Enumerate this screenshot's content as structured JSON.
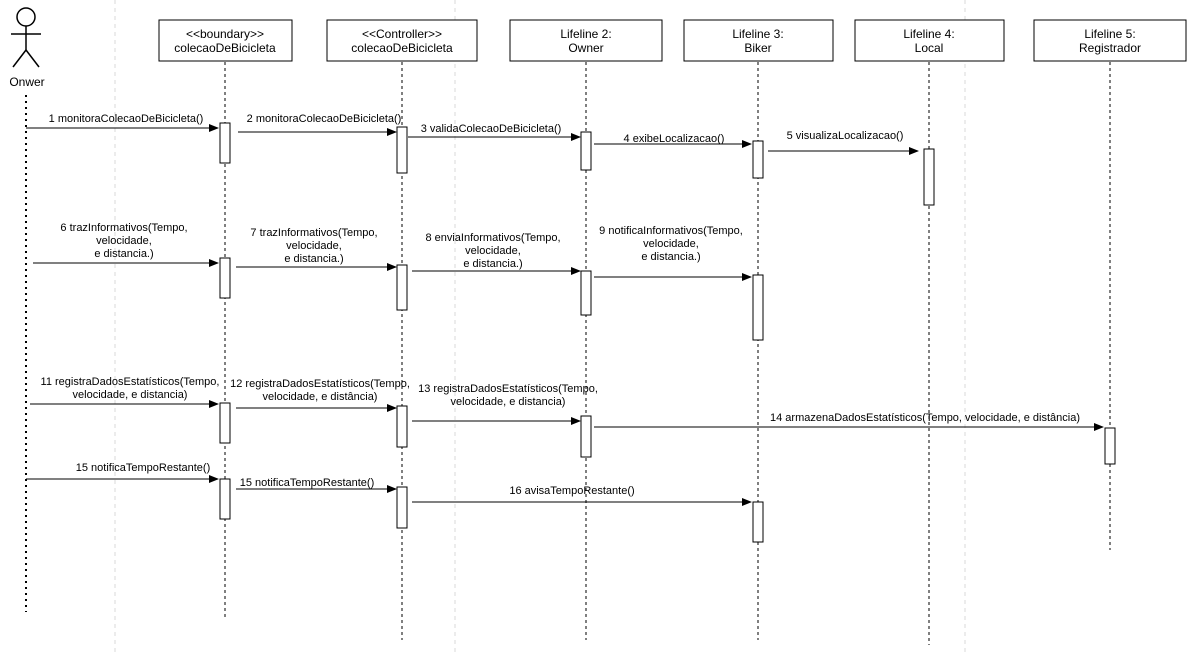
{
  "actor": {
    "name": "Onwer"
  },
  "lifelines": [
    {
      "id": "boundary",
      "lines": [
        "<<boundary>>",
        "colecaoDeBicicleta"
      ]
    },
    {
      "id": "controller",
      "lines": [
        "<<Controller>>",
        "colecaoDeBicicleta"
      ]
    },
    {
      "id": "owner",
      "lines": [
        "Lifeline 2:",
        "Owner"
      ]
    },
    {
      "id": "biker",
      "lines": [
        "Lifeline 3:",
        "Biker"
      ]
    },
    {
      "id": "local",
      "lines": [
        "Lifeline 4:",
        "Local"
      ]
    },
    {
      "id": "registrador",
      "lines": [
        "Lifeline 5:",
        "Registrador"
      ]
    }
  ],
  "messages": [
    {
      "from": "actor",
      "to": "boundary",
      "lines": [
        "1 monitoraColecaoDeBicicleta()"
      ]
    },
    {
      "from": "boundary",
      "to": "controller",
      "lines": [
        "2 monitoraColecaoDeBicicleta()"
      ]
    },
    {
      "from": "controller",
      "to": "owner",
      "lines": [
        "3 validaColecaoDeBicicleta()"
      ]
    },
    {
      "from": "owner",
      "to": "biker",
      "lines": [
        "4 exibeLocalizacao()"
      ]
    },
    {
      "from": "biker",
      "to": "local",
      "lines": [
        "5 visualizaLocalizacao()"
      ]
    },
    {
      "from": "actor",
      "to": "boundary",
      "lines": [
        "6 trazInformativos(Tempo,",
        "velocidade,",
        "e distancia.)"
      ]
    },
    {
      "from": "boundary",
      "to": "controller",
      "lines": [
        "7 trazInformativos(Tempo,",
        "velocidade,",
        "e distancia.)"
      ]
    },
    {
      "from": "controller",
      "to": "owner",
      "lines": [
        "8 enviaInformativos(Tempo,",
        "velocidade,",
        "e distancia.)"
      ]
    },
    {
      "from": "owner",
      "to": "biker",
      "lines": [
        "9 notificaInformativos(Tempo,",
        "velocidade,",
        "e distancia.)"
      ]
    },
    {
      "from": "actor",
      "to": "boundary",
      "lines": [
        "11 registraDadosEstatísticos(Tempo,",
        "velocidade, e distancia)"
      ]
    },
    {
      "from": "boundary",
      "to": "controller",
      "lines": [
        "12 registraDadosEstatísticos(Tempo,",
        "velocidade, e distância)"
      ]
    },
    {
      "from": "controller",
      "to": "owner",
      "lines": [
        "13 registraDadosEstatísticos(Tempo,",
        "velocidade, e distancia)"
      ]
    },
    {
      "from": "owner",
      "to": "registrador",
      "lines": [
        "14 armazenaDadosEstatísticos(Tempo, velocidade, e distância)"
      ]
    },
    {
      "from": "actor",
      "to": "boundary",
      "lines": [
        "15 notificaTempoRestante()"
      ]
    },
    {
      "from": "boundary",
      "to": "controller",
      "lines": [
        "15 notificaTempoRestante()"
      ]
    },
    {
      "from": "controller",
      "to": "biker",
      "lines": [
        "16 avisaTempoRestante()"
      ]
    }
  ]
}
